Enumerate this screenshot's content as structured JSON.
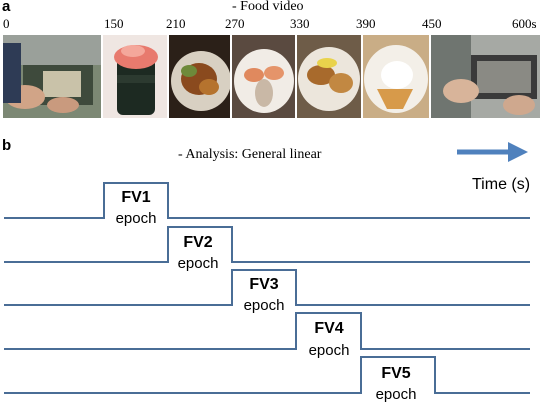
{
  "panel_a": {
    "letter": "a",
    "title": "-  Food video",
    "ticks": [
      "0",
      "150",
      "210",
      "270",
      "330",
      "390",
      "450",
      "600s"
    ],
    "frames": [
      {
        "name": "video-frame-hands-keyboard-start",
        "bg": "#6d7a66"
      },
      {
        "name": "video-frame-sushi-roll",
        "bg": "#e8d8d2"
      },
      {
        "name": "video-frame-meat-dish",
        "bg": "#4a3a2a"
      },
      {
        "name": "video-frame-shrimp-dish",
        "bg": "#e9e3da"
      },
      {
        "name": "video-frame-fried-chicken",
        "bg": "#b88a55"
      },
      {
        "name": "video-frame-dessert-cream",
        "bg": "#e0c9a5"
      },
      {
        "name": "video-frame-hands-keyboard-end",
        "bg": "#8a8f8a"
      }
    ]
  },
  "panel_b": {
    "letter": "b",
    "title": "- Analysis: General linear",
    "time_label": "Time (s)",
    "line_color": "#4a6d96",
    "arrow_color": "#4f81bd",
    "epochs": [
      {
        "label": "FV1",
        "sub": "epoch"
      },
      {
        "label": "FV2",
        "sub": "epoch"
      },
      {
        "label": "FV3",
        "sub": "epoch"
      },
      {
        "label": "FV4",
        "sub": "epoch"
      },
      {
        "label": "FV5",
        "sub": "epoch"
      }
    ]
  }
}
